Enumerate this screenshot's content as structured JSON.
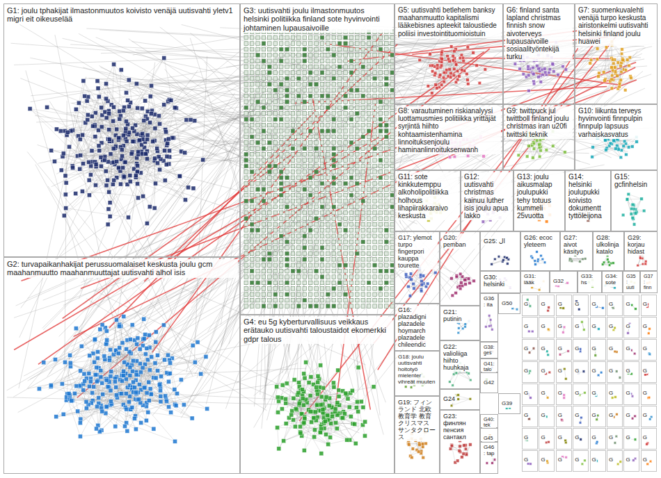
{
  "diagram": {
    "nodes": [
      {
        "text": [
          "G1: joulu tphakijat ilmastonmuutos koivisto venäjä uutisvahti yletv1 migri eit oikeuselää"
        ]
      },
      {
        "text": [
          "G2: turvapaikanhakijat perussuomalaiset keskusta joulu gcm maahanmuutto maahanmuuttajat uutisvahti alhol isis"
        ]
      },
      {
        "text": [
          "G3: uutisvahti joulu ilmastonmuutos helsinki politiikka finland sote hyvinvointi johtaminen lupausaivoille"
        ]
      },
      {
        "text": [
          "G4: eu 5g kyberturvallisuus veikkaus erätauko uutisvahti taloustaidot ekomerkki gdpr talous"
        ]
      },
      {
        "text": [
          "G5: uutisvahti betlehem banksy maahanmuutto kapitalismi lääkebisnes apteekit taloustiede poliisi investointituomioistuin"
        ]
      },
      {
        "text": [
          "G6: finland santa lapland christmas finnish snow aivoterveys lupausaivoille sosiaalityöntekijä turku"
        ]
      },
      {
        "text": [
          "G7: suomenkuvalehti venäjä turpo keskusta airistonkelmi uutisvahti helsinki finland joulu huawei"
        ]
      },
      {
        "text": [
          "G8: varautuminen riskianalyysi luottamusmies politiikka yrittäjät syrjintä hiihto kohtaamistenhamina linnoituksenjoulu haminanlinnoituksenwanh"
        ]
      },
      {
        "text": [
          "G9: twittpuck jul twittboll finland joulu christmas iran u20fi twittski teknik"
        ]
      },
      {
        "text": [
          "G10: liikunta terveys hyvinvointi finnpulpin finnpulp lapsuus varhaiskasvatus"
        ]
      },
      {
        "text": [
          "G11: sote kinkkutemppu alkoholipolitiikka holhous lihapiirakkaraivo keskusta"
        ]
      },
      {
        "text": [
          "G12: uutisvahti christmas kainuu luther isis joulu apua lakko"
        ]
      },
      {
        "text": [
          "G13: joulu aikusmalap joulupukki tehy totuus kummeli 25vuotta"
        ]
      },
      {
        "text": [
          "G14: helsinki joulupukki koivisto dokumentt tyttöleijona"
        ]
      },
      {
        "text": [
          "G15: gcfinhelsin"
        ]
      },
      {
        "text": [
          "G16: plazadigni plazadele hoymarch plazadele chileendic"
        ]
      },
      {
        "text": [
          "G17: ylemot turpo fingerpori kauppa tourette"
        ]
      },
      {
        "text": [
          "G18: joulu uutisvahti hoitotyö mielenter vihreät muuten"
        ]
      },
      {
        "text": [
          "G19: フィンランド 北欧 教育学 教育 クリスマス サンタクロース"
        ]
      },
      {
        "text": [
          "G20: pemban"
        ]
      },
      {
        "text": [
          "G21: putinin"
        ]
      },
      {
        "text": [
          "G22: valioliiga hiihto huuhkaja"
        ]
      },
      {
        "text": [
          "G23: финлян пенсия сантакл"
        ]
      },
      {
        "text": [
          "G24"
        ]
      },
      {
        "text": [
          "G25: ال"
        ]
      },
      {
        "text": [
          "G26: ecoc yleteem"
        ]
      },
      {
        "text": [
          "G27: aivot käsityö"
        ]
      },
      {
        "text": [
          "G28: ulkolinja katalo"
        ]
      },
      {
        "text": [
          "G29: korjau hidast"
        ]
      },
      {
        "text": [
          "G30: helsinki"
        ]
      },
      {
        "text": [
          "G31: lääk"
        ]
      },
      {
        "text": [
          "G32"
        ]
      },
      {
        "text": [
          "G33: hs"
        ]
      },
      {
        "text": [
          "G34: sote"
        ]
      },
      {
        "text": [
          "G35: uuti"
        ]
      },
      {
        "text": [
          "G36: ita"
        ]
      },
      {
        "text": [
          "G37: finn"
        ]
      },
      {
        "text": [
          "G38: ges"
        ]
      },
      {
        "text": [
          "G39"
        ]
      },
      {
        "text": [
          "G40: tek"
        ]
      },
      {
        "text": [
          "G41: talo"
        ]
      },
      {
        "text": [
          "G42"
        ]
      },
      {
        "text": [
          "G45"
        ]
      },
      {
        "text": [
          "G46: tap"
        ]
      },
      {
        "text": [
          "G50"
        ]
      },
      {
        "text": [
          "G"
        ]
      },
      {
        "text": [
          "G"
        ]
      },
      {
        "text": [
          "G"
        ]
      },
      {
        "text": [
          "G"
        ]
      },
      {
        "text": [
          "G"
        ]
      },
      {
        "text": [
          "G"
        ]
      },
      {
        "text": [
          "G"
        ]
      },
      {
        "text": [
          "G"
        ]
      },
      {
        "text": [
          "G"
        ]
      },
      {
        "text": [
          "G"
        ]
      },
      {
        "text": [
          "G"
        ]
      },
      {
        "text": [
          "G"
        ]
      },
      {
        "text": [
          "G"
        ]
      },
      {
        "text": [
          "G"
        ]
      },
      {
        "text": [
          "G"
        ]
      },
      {
        "text": [
          "G"
        ]
      },
      {
        "text": [
          "G"
        ]
      },
      {
        "text": [
          "G"
        ]
      },
      {
        "text": [
          "G"
        ]
      },
      {
        "text": [
          "G"
        ]
      },
      {
        "text": [
          "G"
        ]
      },
      {
        "text": [
          "G"
        ]
      },
      {
        "text": [
          "G"
        ]
      },
      {
        "text": [
          "G"
        ]
      },
      {
        "text": [
          "G"
        ]
      },
      {
        "text": [
          "G"
        ]
      },
      {
        "text": [
          "G"
        ]
      },
      {
        "text": [
          "G"
        ]
      },
      {
        "text": [
          "G"
        ]
      },
      {
        "text": [
          "G"
        ]
      },
      {
        "text": [
          "G"
        ]
      },
      {
        "text": [
          "G"
        ]
      },
      {
        "text": [
          "G"
        ]
      },
      {
        "text": [
          "G"
        ]
      },
      {
        "text": [
          "G"
        ]
      },
      {
        "text": [
          "G"
        ]
      },
      {
        "text": [
          "G"
        ]
      },
      {
        "text": [
          "G"
        ]
      },
      {
        "text": [
          "G"
        ]
      },
      {
        "text": [
          "G"
        ]
      },
      {
        "text": [
          "G"
        ]
      },
      {
        "text": [
          "G"
        ]
      },
      {
        "text": [
          "G"
        ]
      },
      {
        "text": [
          "G"
        ]
      },
      {
        "text": [
          "G"
        ]
      },
      {
        "text": [
          "G"
        ]
      },
      {
        "text": [
          "G"
        ]
      },
      {
        "text": [
          "G"
        ]
      },
      {
        "text": [
          "G"
        ]
      },
      {
        "text": [
          "G"
        ]
      },
      {
        "text": [
          "G"
        ]
      },
      {
        "text": [
          "G"
        ]
      },
      {
        "text": [
          "G"
        ]
      },
      {
        "text": [
          "G"
        ]
      },
      {
        "text": [
          "G"
        ]
      },
      {
        "text": [
          "G"
        ]
      },
      {
        "text": [
          "G"
        ]
      },
      {
        "text": [
          "G"
        ]
      },
      {
        "text": [
          "G"
        ]
      },
      {
        "text": [
          "G"
        ]
      },
      {
        "text": [
          "G"
        ]
      },
      {
        "text": [
          "G"
        ]
      },
      {
        "text": [
          "G"
        ]
      },
      {
        "text": [
          "G"
        ]
      }
    ]
  }
}
